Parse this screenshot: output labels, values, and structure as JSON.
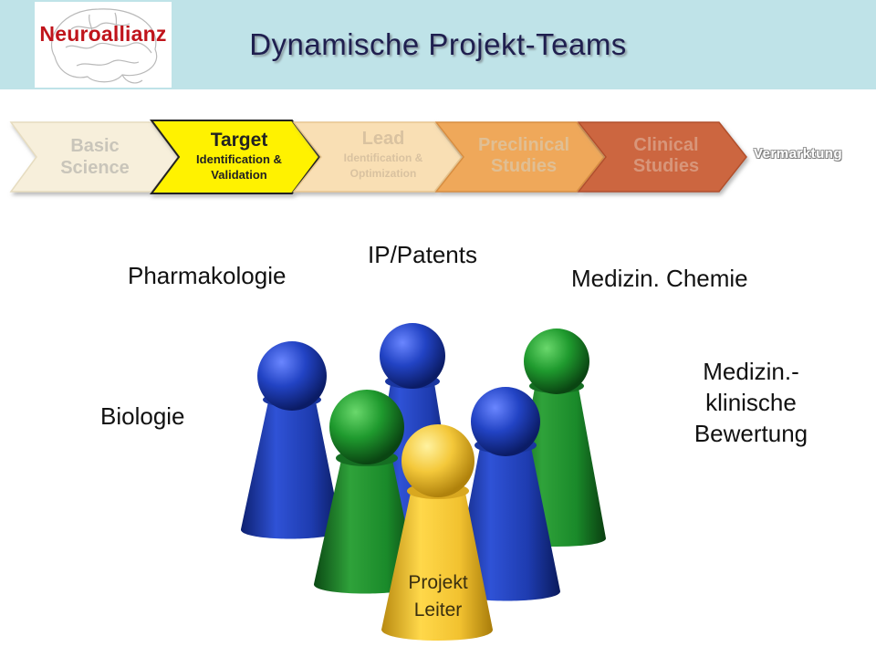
{
  "header": {
    "logo_text": "Neuroallianz",
    "title": "Dynamische Projekt-Teams"
  },
  "pipeline": {
    "stages": [
      {
        "title": "Basic",
        "sub1": "Science",
        "sub2": ""
      },
      {
        "title": "Target",
        "sub1": "Identification &",
        "sub2": "Validation"
      },
      {
        "title": "Lead",
        "sub1": "Identification &",
        "sub2": "Optimization"
      },
      {
        "title": "Preclinical",
        "sub1": "Studies",
        "sub2": ""
      },
      {
        "title": "Clinical",
        "sub1": "Studies",
        "sub2": ""
      }
    ],
    "final_label": "Vermarktung",
    "colors": {
      "basic": "#f7efdb",
      "target": "#fff200",
      "lead": "#f9dfb4",
      "preclinical": "#efa85a",
      "clinical": "#cc6640"
    }
  },
  "roles": {
    "pharmakologie": "Pharmakologie",
    "ip": "IP/Patents",
    "chemie": "Medizin. Chemie",
    "biologie": "Biologie",
    "klinisch_line1": "Medizin.-",
    "klinisch_line2": "klinische",
    "klinisch_line3": "Bewertung"
  },
  "pawns": {
    "leader_line1": "Projekt",
    "leader_line2": "Leiter",
    "colors": {
      "blue": "#1f3fb8",
      "green": "#1a8a2a",
      "yellow": "#f2c230"
    }
  }
}
